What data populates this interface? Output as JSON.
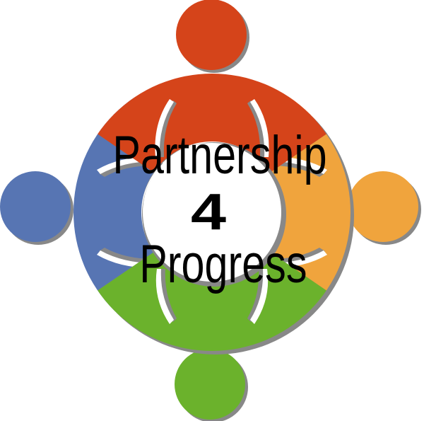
{
  "logo": {
    "line1": "Partnership",
    "line2": "4",
    "line3": "Progress"
  },
  "figures": [
    {
      "position": "top",
      "color": "#d5441a"
    },
    {
      "position": "left",
      "color": "#5775b3"
    },
    {
      "position": "right",
      "color": "#f0a43d"
    },
    {
      "position": "bottom",
      "color": "#6bb22c"
    }
  ],
  "shadow_color": "#888888",
  "background_color": "#ffffff"
}
